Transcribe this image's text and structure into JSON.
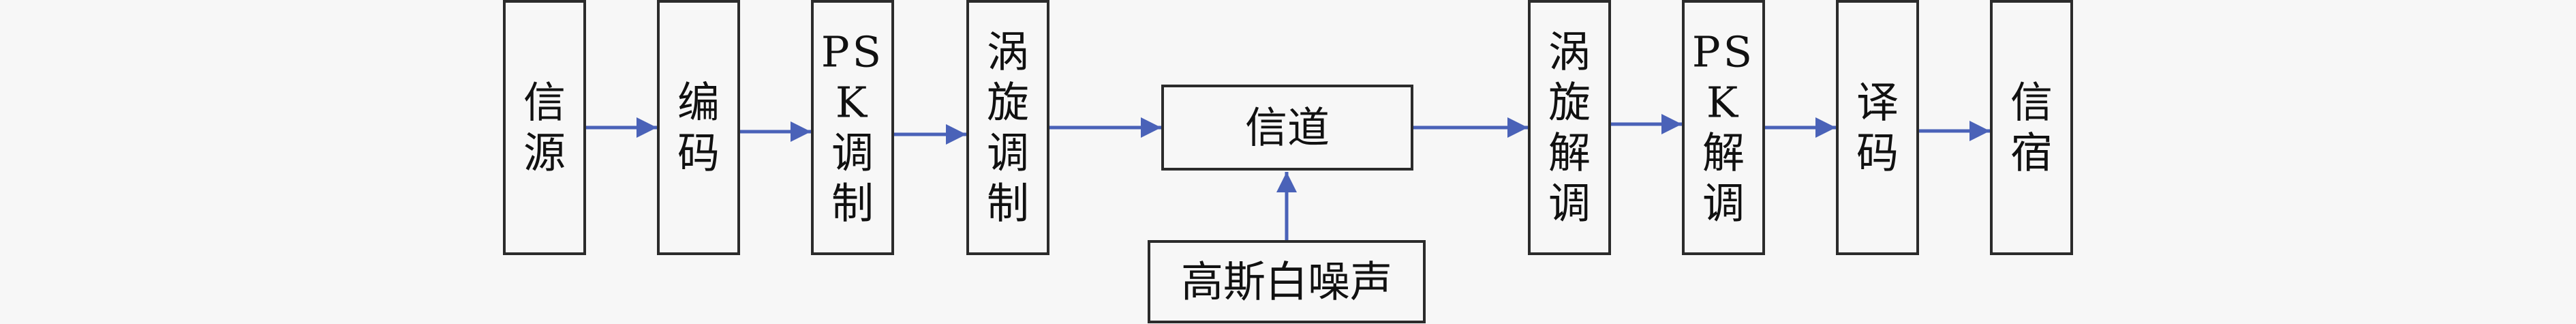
{
  "diagram": {
    "nodes": [
      {
        "id": "source",
        "label": "信源"
      },
      {
        "id": "encoder",
        "label": "编码"
      },
      {
        "id": "psk_mod",
        "label": "PSK调制"
      },
      {
        "id": "vortex_mod",
        "label": "涡旋调制"
      },
      {
        "id": "channel",
        "label": "信道"
      },
      {
        "id": "vortex_demod",
        "label": "涡旋解调"
      },
      {
        "id": "psk_demod",
        "label": "PSK解调"
      },
      {
        "id": "decoder",
        "label": "译码"
      },
      {
        "id": "sink",
        "label": "信宿"
      },
      {
        "id": "noise",
        "label": "高斯白噪声"
      }
    ],
    "edges": [
      {
        "from": "source",
        "to": "encoder"
      },
      {
        "from": "encoder",
        "to": "psk_mod"
      },
      {
        "from": "psk_mod",
        "to": "vortex_mod"
      },
      {
        "from": "vortex_mod",
        "to": "channel"
      },
      {
        "from": "channel",
        "to": "vortex_demod"
      },
      {
        "from": "vortex_demod",
        "to": "psk_demod"
      },
      {
        "from": "psk_demod",
        "to": "decoder"
      },
      {
        "from": "decoder",
        "to": "sink"
      },
      {
        "from": "noise",
        "to": "channel"
      }
    ],
    "colors": {
      "arrow": "#4a62b8",
      "border": "#2b2b2b",
      "background": "#f7f7f7"
    }
  }
}
